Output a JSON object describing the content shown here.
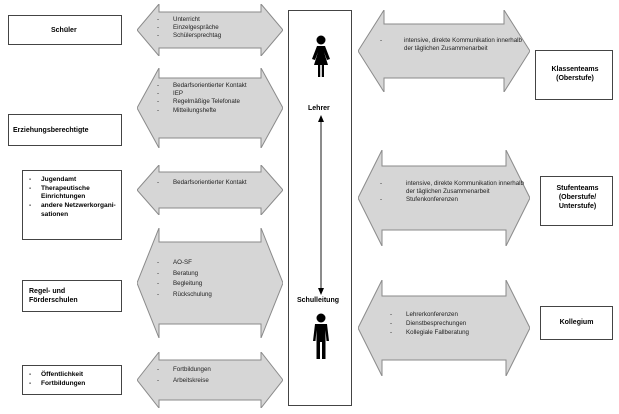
{
  "center": {
    "lehrer_label": "Lehrer",
    "schulleitung_label": "Schulleitung",
    "lehrer_icon": "female-person-icon",
    "schulleitung_icon": "male-person-icon"
  },
  "left_boxes": {
    "schueler": "Schüler",
    "eltern": "Erziehungsberechtigte",
    "netzwerk": [
      "Jugendamt",
      "Therapeutische Einrichtungen",
      "andere Netzwerkorgani-sationen"
    ],
    "regelschulen": "Regel- und Förderschulen",
    "fortbildung": [
      "Öffentlichkeit",
      "Fortbildungen"
    ]
  },
  "left_arrows": {
    "schueler": [
      "Unterricht",
      "Einzelgespräche",
      "Schülersprechtag"
    ],
    "eltern": [
      "Bedarfsorientierter Kontakt",
      "IEP",
      "Regelmäßige Telefonate",
      "Mitteilungshefte"
    ],
    "netzwerk": [
      "Bedarfsorientierter Kontakt"
    ],
    "regelschulen": [
      "AO-SF",
      "Beratung",
      "Begleitung",
      "Rückschulung"
    ],
    "fortbildung": [
      "Fortbildungen",
      "Arbeitskreise"
    ]
  },
  "right_boxes": {
    "klassenteams": "Klassenteams (Oberstufe)",
    "stufenteams": "Stufenteams (Oberstufe/ Unterstufe)",
    "kollegium": "Kollegium"
  },
  "right_arrows": {
    "klassenteams": [
      "intensive, direkte Kommunikation innerhalb der täglichen Zusammenarbeit"
    ],
    "stufenteams": [
      "intensive, direkte Kommunikation innerhalb der täglichen Zusammenarbeit",
      "Stufenkonferenzen"
    ],
    "kollegium": [
      "Lehrerkonferenzen",
      "Dienstbesprechungen",
      "Kollegiale Fallberatung"
    ]
  },
  "colors": {
    "arrow_fill": "#d6d6d6",
    "arrow_stroke": "#8a8a8a",
    "box_border": "#444444"
  }
}
